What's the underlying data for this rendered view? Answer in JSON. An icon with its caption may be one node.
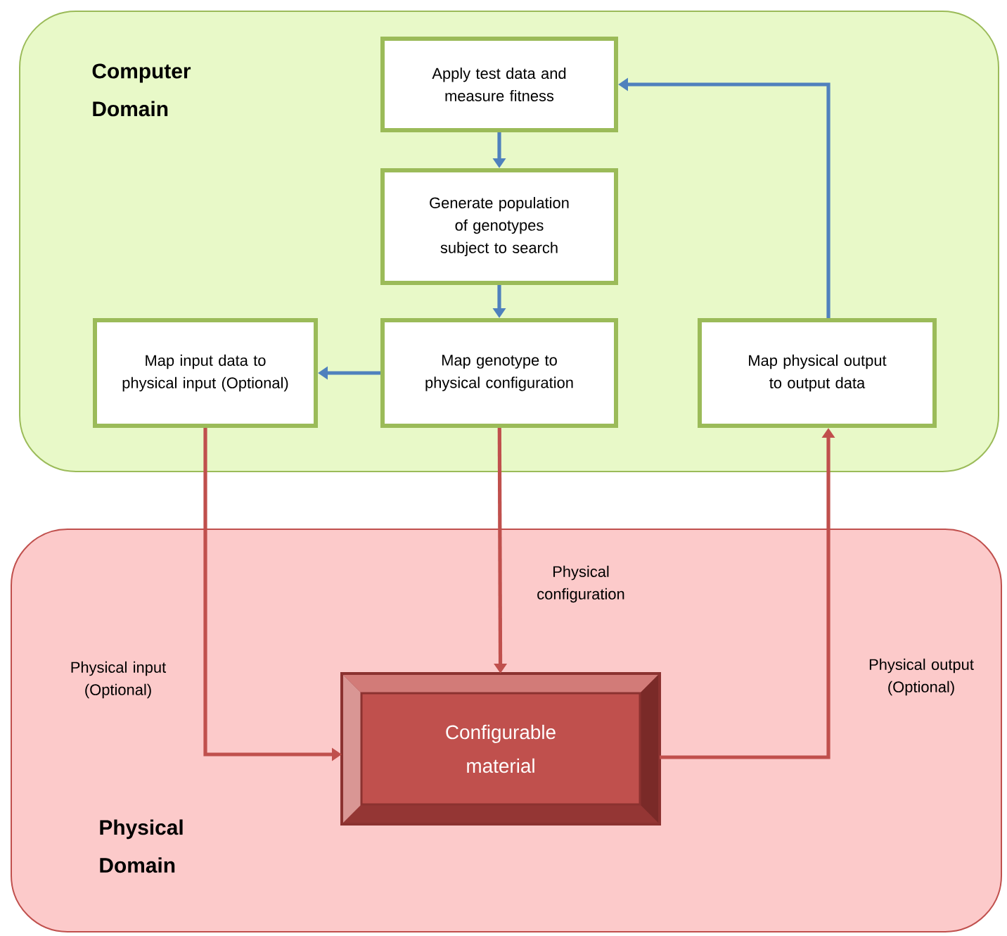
{
  "diagram": {
    "nodes": [
      {
        "text": [
          "Computer Domain"
        ]
      },
      {
        "text": [
          "Apply test data and measure fitness"
        ],
        "in": 0
      },
      {
        "text": [
          "Generate population of genotypes subject to search"
        ],
        "in": 0
      },
      {
        "text": [
          "Map input data to physical input (Optional)"
        ],
        "in": 0
      },
      {
        "text": [
          "Map genotype to physical configuration"
        ],
        "in": 0
      },
      {
        "text": [
          "Map physical output to output data"
        ],
        "in": 0
      },
      {
        "text": [
          "Physical Domain"
        ]
      },
      {
        "text": [
          "Configurable material"
        ],
        "in": 6
      }
    ],
    "edges": [
      {
        "from": 1,
        "to": 2,
        "arrow": "to"
      },
      {
        "from": 2,
        "to": 4,
        "arrow": "to"
      },
      {
        "from": 4,
        "to": 3,
        "arrow": "to"
      },
      {
        "from": 5,
        "to": 1,
        "arrow": "to"
      },
      {
        "from": 3,
        "to": 7,
        "arrow": "to",
        "label": "Physical input (Optional)",
        "color": "#c0504d"
      },
      {
        "from": 4,
        "to": 7,
        "arrow": "to",
        "label": "Physical configuration",
        "color": "#c0504d"
      },
      {
        "from": 7,
        "to": 5,
        "arrow": "to",
        "label": "Physical output (Optional)",
        "color": "#c0504d"
      }
    ]
  }
}
